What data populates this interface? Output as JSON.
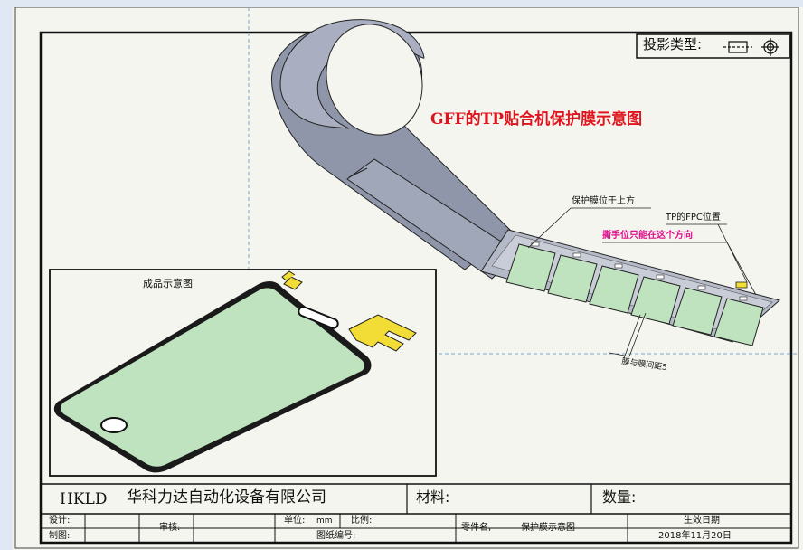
{
  "projection": {
    "label": "投影类型:"
  },
  "drawing": {
    "main_title": "GFF的TP贴合机保护膜示意图",
    "callout_film": "保护膜位于上方",
    "callout_fpc": "TP的FPC位置",
    "callout_tear": "撕手位只能在这个方向",
    "callout_gap": "膜与膜间距5",
    "inset_title": "成品示意图"
  },
  "title_block": {
    "logo": "HKLD",
    "company": "华科力达自动化设备有限公司",
    "material_label": "材料:",
    "quantity_label": "数量:",
    "design_label": "设计:",
    "drawn_label": "制图:",
    "review_label": "审核:",
    "unit_label": "单位:",
    "unit_value": "mm",
    "scale_label": "比例:",
    "drawing_no_label": "图纸编号:",
    "part_name_label": "零件名,",
    "part_name_value": "保护膜示意图",
    "effective_date_label": "生效日期",
    "effective_date_value": "2018年11月20日"
  },
  "colors": {
    "title_red": "#e0141e",
    "tear_magenta": "#e0108c",
    "film_green": "#bfe3bf",
    "fpc_yellow": "#f2dc36",
    "roll_gray": "#8e94a8"
  }
}
